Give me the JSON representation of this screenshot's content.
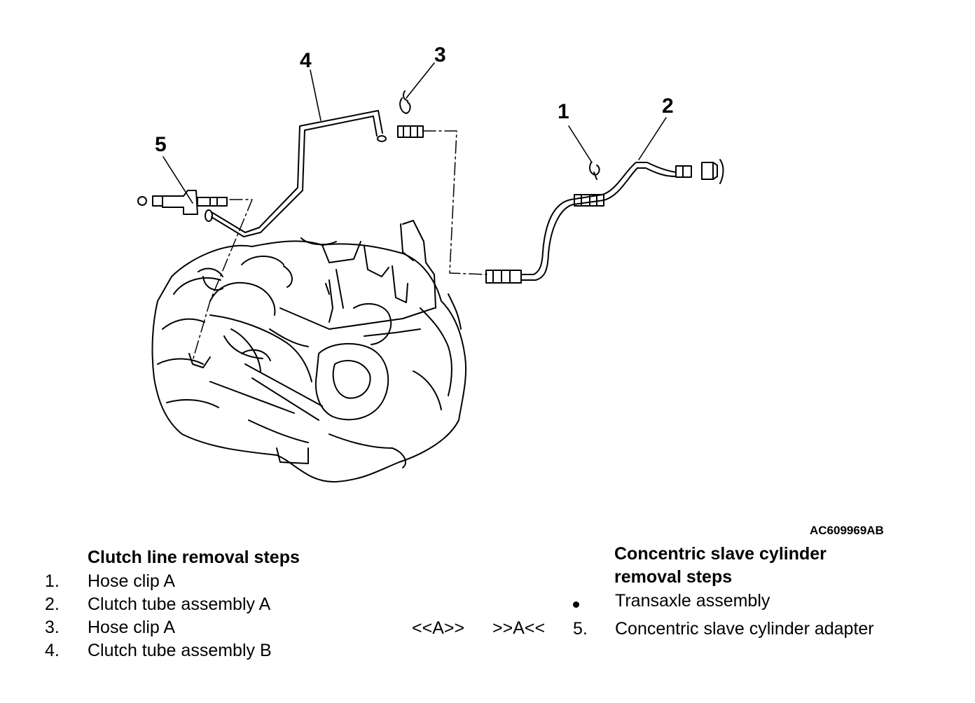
{
  "figure_id": "AC609969AB",
  "callouts": [
    "1",
    "2",
    "3",
    "4",
    "5"
  ],
  "left_procedure": {
    "heading": "Clutch line removal steps",
    "steps": [
      {
        "num": "1.",
        "text": "Hose clip A"
      },
      {
        "num": "2.",
        "text": "Clutch tube assembly A"
      },
      {
        "num": "3.",
        "text": "Hose clip A"
      },
      {
        "num": "4.",
        "text": "Clutch tube assembly B"
      }
    ]
  },
  "right_procedure": {
    "heading_line1": "Concentric slave cylinder",
    "heading_line2": "removal steps",
    "steps": [
      {
        "num": "",
        "bullet": true,
        "text": "Transaxle assembly"
      },
      {
        "num": "5.",
        "text": "Concentric slave cylinder adapter",
        "install_mark": "<<A>>",
        "removal_mark": ">>A<<"
      }
    ]
  }
}
